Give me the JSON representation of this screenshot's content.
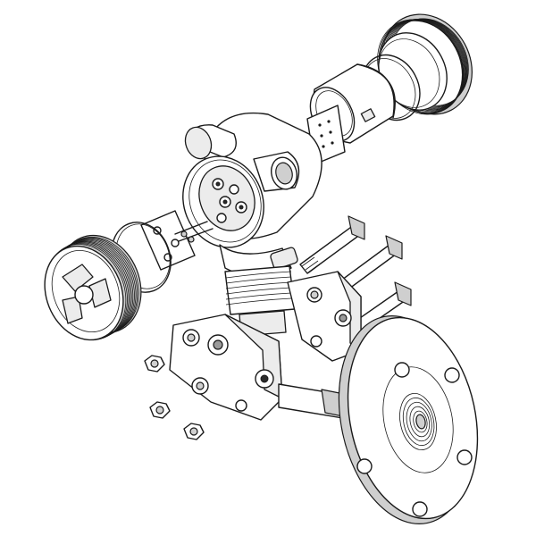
{
  "figure": {
    "kind": "exploded-view line drawing",
    "parts": [
      "rear-cover-threaded",
      "cover-o-ring-rear",
      "electronics-module",
      "terminal-board",
      "electronics-housing",
      "terminal-block",
      "cover-o-ring-front",
      "front-cover-threaded",
      "sensor-neck",
      "process-flange-left",
      "process-flange-right",
      "flange-bolts",
      "hex-nuts",
      "remote-seal-flange"
    ],
    "colors": {
      "line": "#1a1a1a",
      "background": "#ffffff",
      "shade_light": "#ececec",
      "shade_mid": "#cfcfcf",
      "shade_dark": "#9a9a9a"
    }
  }
}
